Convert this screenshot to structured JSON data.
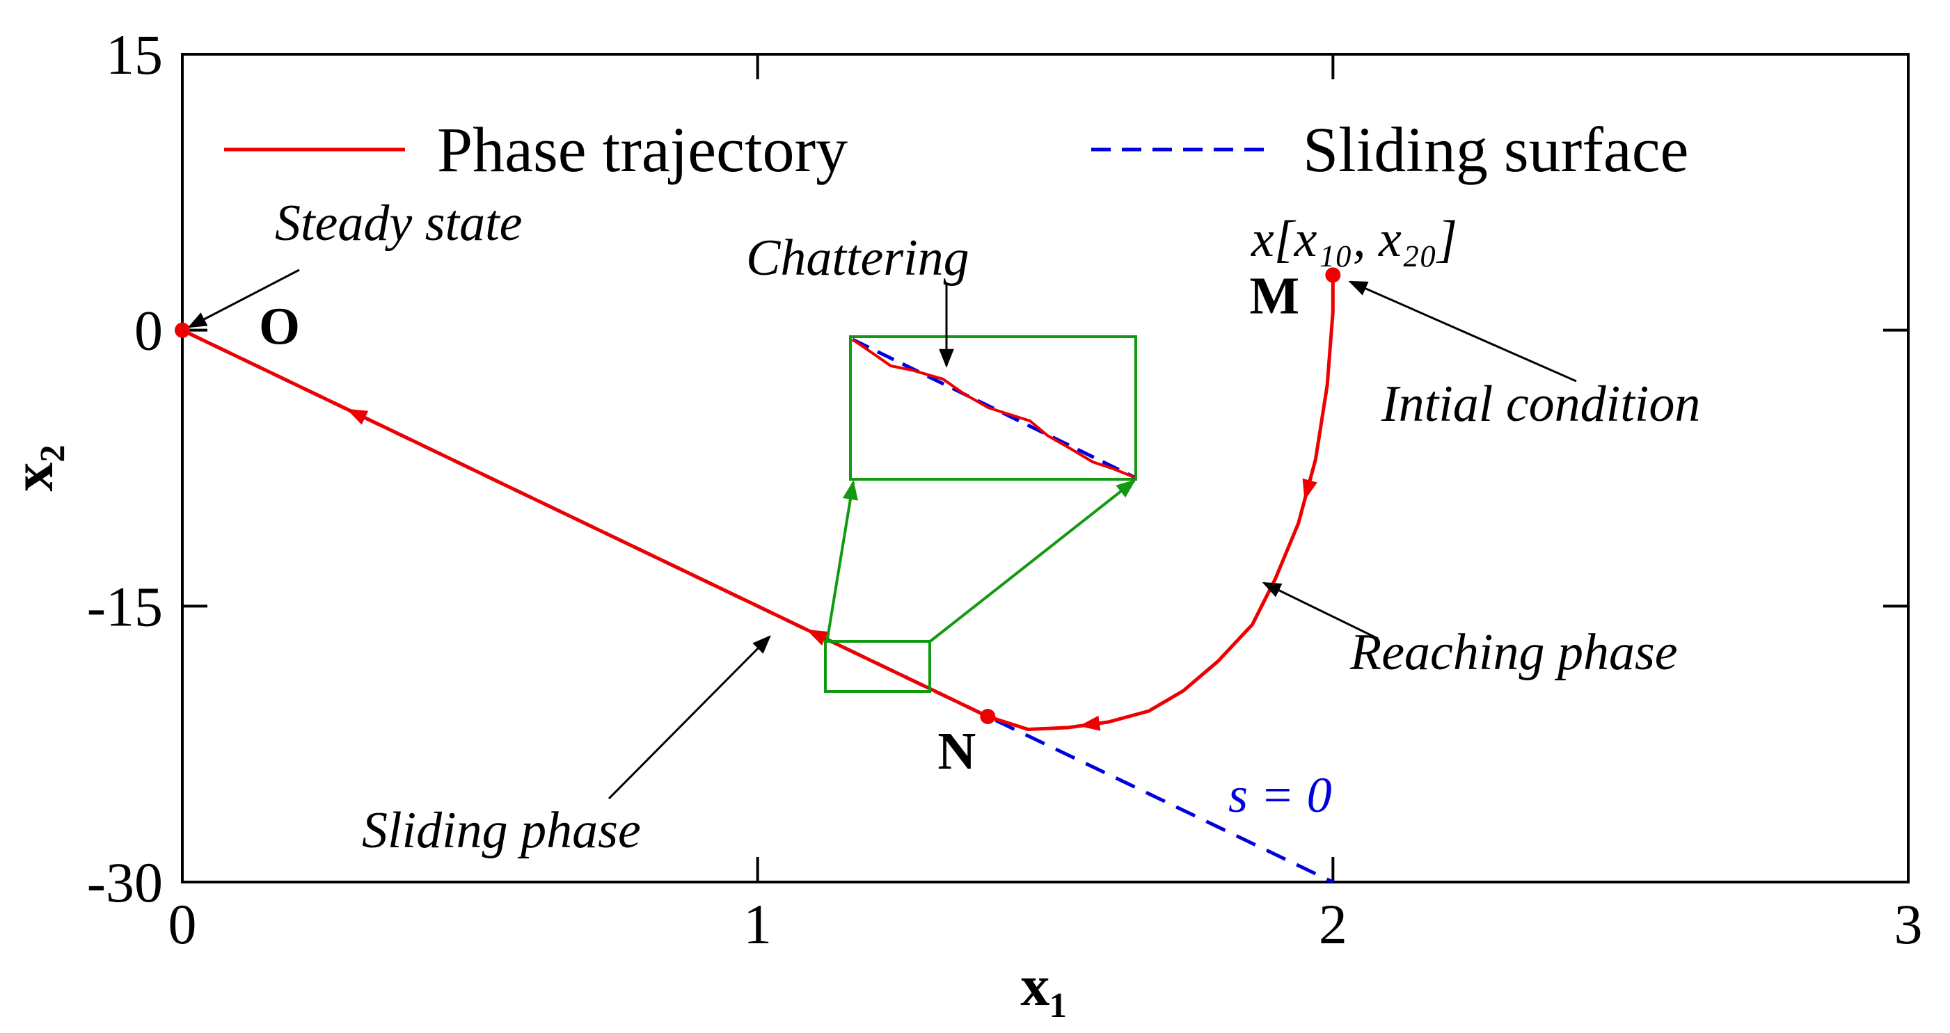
{
  "chart_data": {
    "type": "line",
    "xlabel": "x₁",
    "ylabel": "x₂",
    "xlim": [
      0,
      3
    ],
    "ylim": [
      -30,
      15
    ],
    "xticks": [
      "0",
      "1",
      "2",
      "3"
    ],
    "yticks": [
      "15",
      "0",
      "-15",
      "-30"
    ],
    "xtick_values": [
      0,
      1,
      2,
      3
    ],
    "ytick_values": [
      15,
      0,
      -15,
      -30
    ],
    "legend_position": "top",
    "series": [
      {
        "name": "Phase trajectory",
        "color": "#ee0000",
        "style": "solid",
        "x": [
          2.0,
          2.0,
          1.99,
          1.97,
          1.94,
          1.9,
          1.86,
          1.8,
          1.74,
          1.68,
          1.61,
          1.54,
          1.47,
          1.4,
          1.3,
          1.2,
          1.0,
          0.8,
          0.6,
          0.4,
          0.2,
          0.0
        ],
        "y": [
          3.0,
          1.0,
          -3.0,
          -7.0,
          -10.5,
          -13.5,
          -16.0,
          -18.0,
          -19.6,
          -20.7,
          -21.3,
          -21.6,
          -21.7,
          -21.0,
          -19.5,
          -18.0,
          -15.0,
          -12.0,
          -9.0,
          -6.0,
          -3.0,
          0.0
        ]
      },
      {
        "name": "Sliding surface",
        "color": "#0000dd",
        "style": "dashed",
        "x": [
          0,
          2
        ],
        "y": [
          0,
          -30
        ]
      }
    ],
    "points": [
      {
        "label": "O",
        "x": 0,
        "y": 0,
        "color": "#ee0000"
      },
      {
        "label": "M",
        "x": 2.0,
        "y": 3.0,
        "color": "#ee0000"
      },
      {
        "label": "N",
        "x": 1.4,
        "y": -21.0,
        "color": "#ee0000"
      }
    ],
    "annotations": {
      "steady_state": "Steady state",
      "chattering": "Chattering",
      "initial_condition": "Intial condition",
      "initial_point": "x[x₁₀, x₂₀]",
      "reaching_phase": "Reaching phase",
      "sliding_phase": "Sliding phase",
      "surface_equation": "s = 0"
    },
    "zoom_region": {
      "x": [
        1.12,
        1.3
      ],
      "y": [
        -19.5,
        -16.8
      ]
    },
    "inset_color": "#119911"
  }
}
